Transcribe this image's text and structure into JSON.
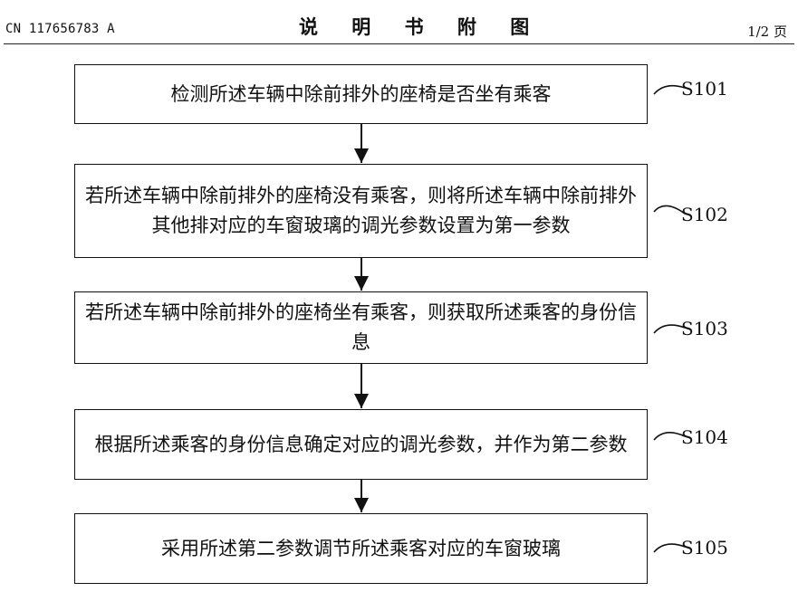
{
  "header": {
    "publication_number": "CN 117656783 A",
    "title": "说 明 书 附 图",
    "page": "1/2 页"
  },
  "flowchart": {
    "steps": [
      {
        "id": "S101",
        "text": "检测所述车辆中除前排外的座椅是否坐有乘客"
      },
      {
        "id": "S102",
        "text": "若所述车辆中除前排外的座椅没有乘客，则将所述车辆中除前排外其他排对应的车窗玻璃的调光参数设置为第一参数"
      },
      {
        "id": "S103",
        "text": "若所述车辆中除前排外的座椅坐有乘客，则获取所述乘客的身份信息"
      },
      {
        "id": "S104",
        "text": "根据所述乘客的身份信息确定对应的调光参数，并作为第二参数"
      },
      {
        "id": "S105",
        "text": "采用所述第二参数调节所述乘客对应的车窗玻璃"
      }
    ]
  }
}
